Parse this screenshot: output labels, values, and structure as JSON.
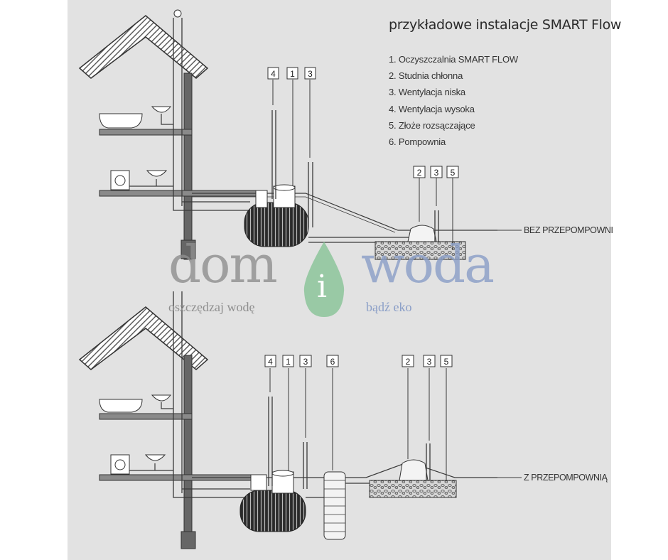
{
  "title": "przykładowe instalacje SMART Flow",
  "legend": [
    "1. Oczyszczalnia SMART FLOW",
    "2. Studnia chłonna",
    "3. Wentylacja niska",
    "4. Wentylacja wysoka",
    "5. Złoże rozsączające",
    "6. Pompownia"
  ],
  "variant_top_label": "BEZ PRZEPOMPOWNI",
  "variant_bottom_label": "Z PRZEPOMPOWNIĄ",
  "callouts_top": [
    "4",
    "1",
    "3",
    "2",
    "3",
    "5"
  ],
  "callouts_bottom": [
    "4",
    "1",
    "3",
    "6",
    "2",
    "3",
    "5"
  ],
  "watermark": {
    "left_word": "dom",
    "center_letter": "i",
    "right_word": "woda",
    "left_slogan": "oszczędzaj wodę",
    "right_slogan": "bądź eko"
  },
  "colors": {
    "panel": "#e2e2e2",
    "line": "#3a3a3a",
    "wall": "#5a5a5a",
    "watermark_grey": "#8f8f8f",
    "watermark_blue": "#8a9ec7",
    "watermark_drop": "#8cc49a"
  }
}
